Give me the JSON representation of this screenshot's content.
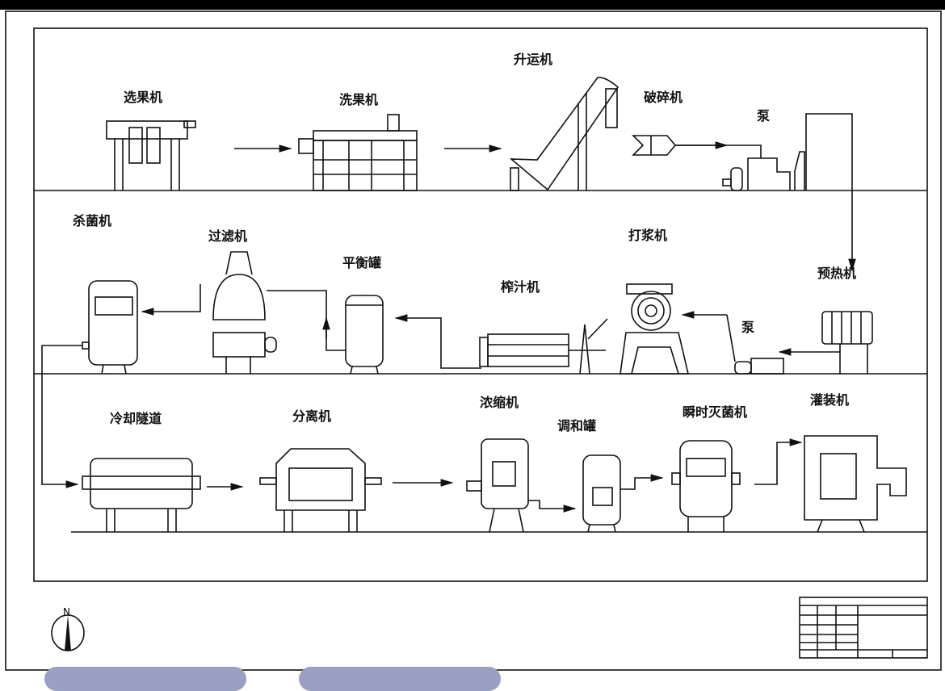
{
  "diagram": {
    "row1": {
      "sorter": "选果机",
      "washer": "洗果机",
      "elevator": "升运机",
      "crusher": "破碎机",
      "pump1": "泵"
    },
    "row2": {
      "sterilizer": "杀菌机",
      "filter": "过滤机",
      "balance_tank": "平衡罐",
      "juicer": "榨汁机",
      "pulper": "打浆机",
      "preheater": "预热机",
      "pump2": "泵"
    },
    "row3": {
      "cooling_tunnel": "冷却隧道",
      "separator": "分离机",
      "concentrator": "浓缩机",
      "blending_tank": "调和罐",
      "flash_sterilizer": "瞬时灭菌机",
      "filler": "灌装机"
    },
    "compass": {
      "north_label": "N"
    },
    "colors": {
      "line": "#111111",
      "background": "#ffffff",
      "top_bar": "#000000"
    }
  }
}
